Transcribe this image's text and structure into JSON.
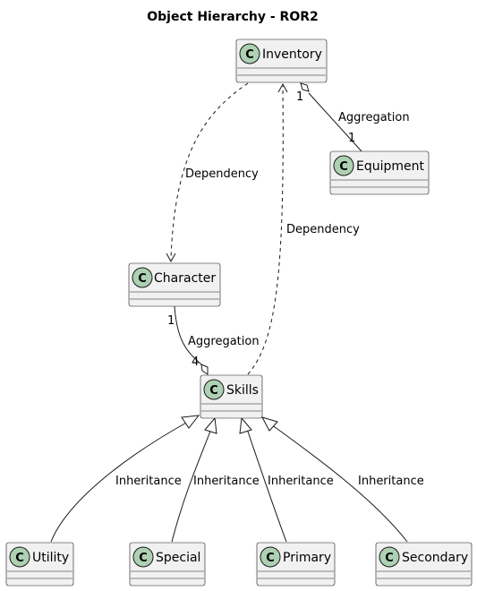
{
  "diagram": {
    "title": "Object Hierarchy - ROR2",
    "stereotype_letter": "C",
    "classes": {
      "inventory": "Inventory",
      "equipment": "Equipment",
      "character": "Character",
      "skills": "Skills",
      "utility": "Utility",
      "special": "Special",
      "primary": "Primary",
      "secondary": "Secondary"
    },
    "relations": {
      "inventory_equipment": {
        "label": "Aggregation",
        "from_mult": "1",
        "to_mult": "1"
      },
      "inventory_character": {
        "label": "Dependency"
      },
      "skills_inventory": {
        "label": "Dependency"
      },
      "character_skills": {
        "label": "Aggregation",
        "from_mult": "1",
        "to_mult": "4"
      },
      "utility_skills": {
        "label": "Inheritance"
      },
      "special_skills": {
        "label": "Inheritance"
      },
      "primary_skills": {
        "label": "Inheritance"
      },
      "secondary_skills": {
        "label": "Inheritance"
      }
    }
  }
}
